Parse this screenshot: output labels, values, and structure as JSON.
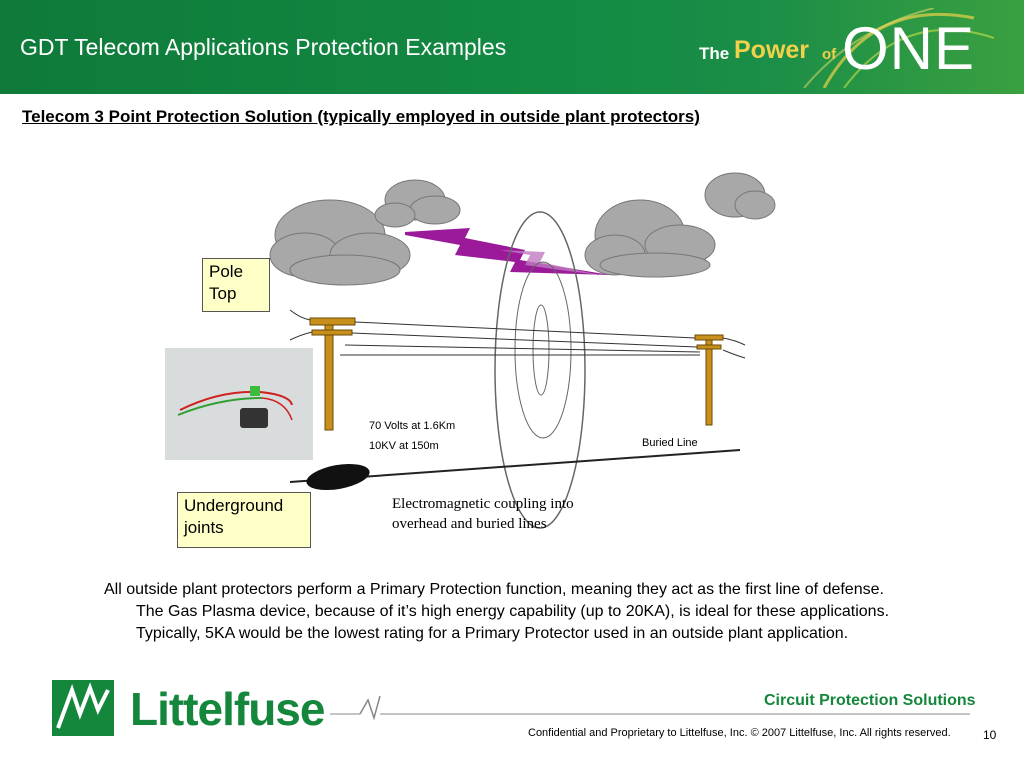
{
  "header": {
    "title": "GDT Telecom Applications Protection Examples",
    "brand": {
      "the": "The",
      "power": "Power",
      "of": "of",
      "one": "ONE"
    }
  },
  "subtitle": "Telecom 3 Point Protection Solution (typically employed in outside plant protectors)",
  "diagram": {
    "pole_top_label": "Pole\nTop",
    "underground_label": "Underground\njoints",
    "voltage_1": "70 Volts at 1.6Km",
    "voltage_2": "10KV at 150m",
    "buried_line": "Buried Line",
    "em_coupling": "Electromagnetic coupling into\noverhead and buried lines"
  },
  "body_text": "All outside plant protectors perform a Primary Protection function, meaning they act as the first line of defense. The Gas Plasma device, because of it’s high energy capability (up to 20KA), is ideal for these applications. Typically, 5KA would be the lowest rating for a Primary Protector used in an outside plant application.",
  "footer": {
    "logo_text": "Littelfuse",
    "tagline": "Circuit Protection Solutions",
    "confidential": "Confidential and Proprietary to Littelfuse, Inc.  © 2007 Littelfuse, Inc.  All rights reserved.",
    "page_number": "10"
  },
  "colors": {
    "header_green": "#138a43",
    "brand_gold": "#f1d04a",
    "label_bg": "#ffffc8",
    "logo_green": "#15873d",
    "lightning": "#9a1a9a"
  }
}
